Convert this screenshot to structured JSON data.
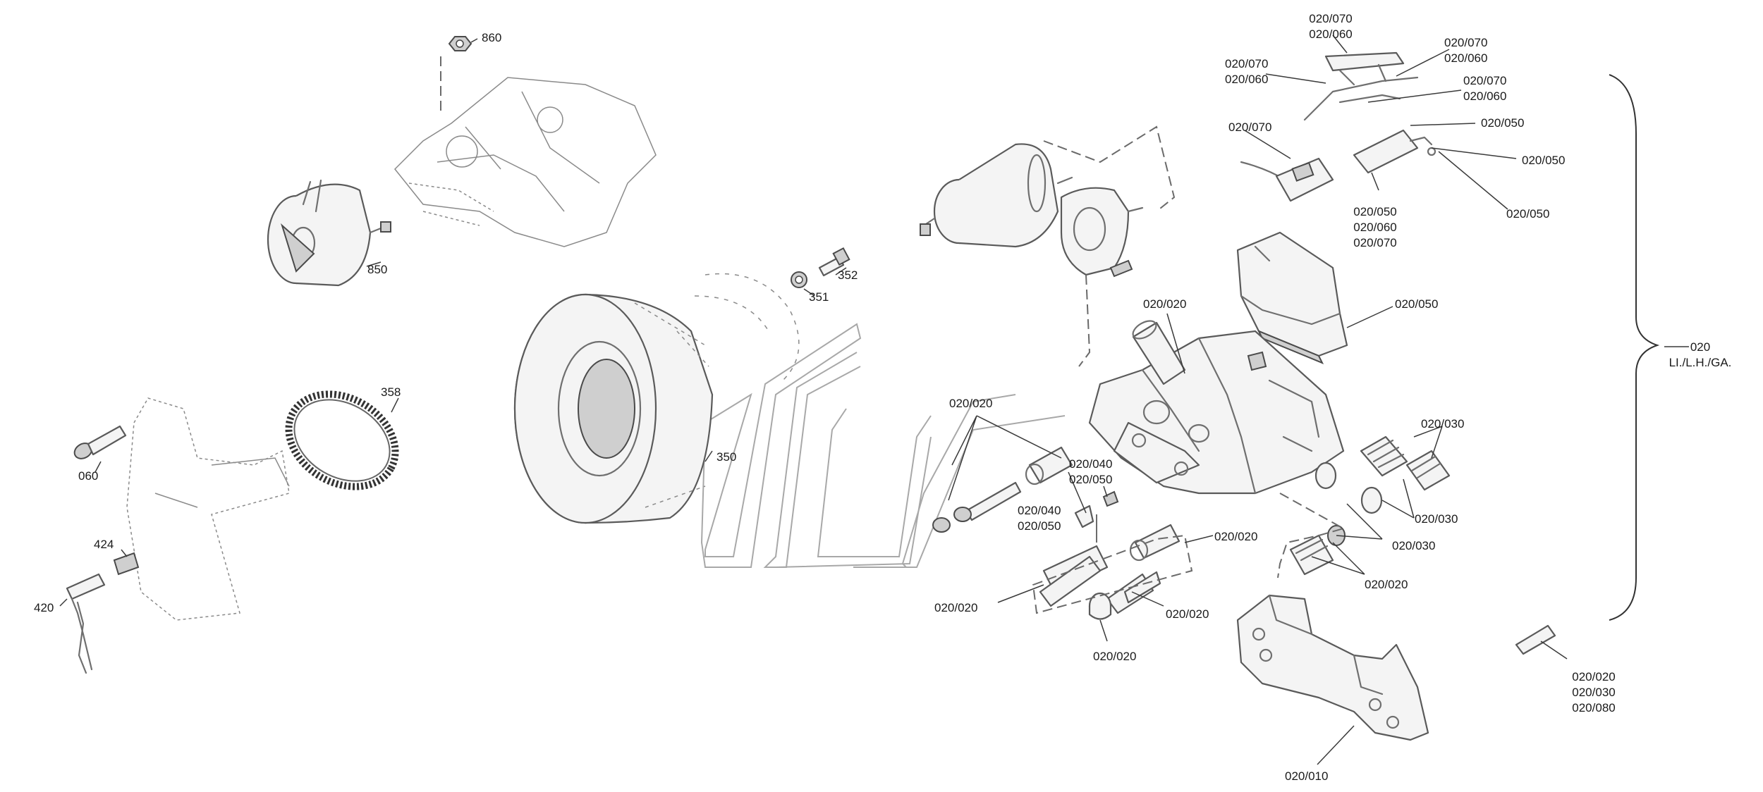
{
  "diagram": {
    "group_label": {
      "number": "020",
      "text": "LI./L.H./GA."
    },
    "callouts": {
      "c860": [
        "860"
      ],
      "c850": [
        "850"
      ],
      "c352": [
        "352"
      ],
      "c351": [
        "351"
      ],
      "c358": [
        "358"
      ],
      "c350": [
        "350"
      ],
      "c060": [
        "060"
      ],
      "c424": [
        "424"
      ],
      "c420": [
        "420"
      ],
      "top_a": [
        "020/070",
        "020/060"
      ],
      "top_b": [
        "020/070",
        "020/060"
      ],
      "top_c": [
        "020/070",
        "020/060"
      ],
      "top_d": [
        "020/070",
        "020/060"
      ],
      "top_e": [
        "020/070"
      ],
      "top_f": [
        "020/050"
      ],
      "top_g": [
        "020/050"
      ],
      "top_h": [
        "020/050"
      ],
      "top_i": [
        "020/050",
        "020/060",
        "020/070"
      ],
      "pad": [
        "020/050"
      ],
      "cal_020": [
        "020/020"
      ],
      "pins_020": [
        "020/020"
      ],
      "c040_050_a": [
        "020/040",
        "020/050"
      ],
      "c040_050_b": [
        "020/040",
        "020/050"
      ],
      "bush_020": [
        "020/020"
      ],
      "guide_020a": [
        "020/020"
      ],
      "guide_020b": [
        "020/020"
      ],
      "cap_020": [
        "020/020"
      ],
      "p030_a": [
        "020/030"
      ],
      "p030_b": [
        "020/030"
      ],
      "p030_c": [
        "020/030"
      ],
      "seal_020": [
        "020/020"
      ],
      "kit": [
        "020/020",
        "020/030",
        "020/080"
      ],
      "carrier": [
        "020/010"
      ]
    }
  }
}
